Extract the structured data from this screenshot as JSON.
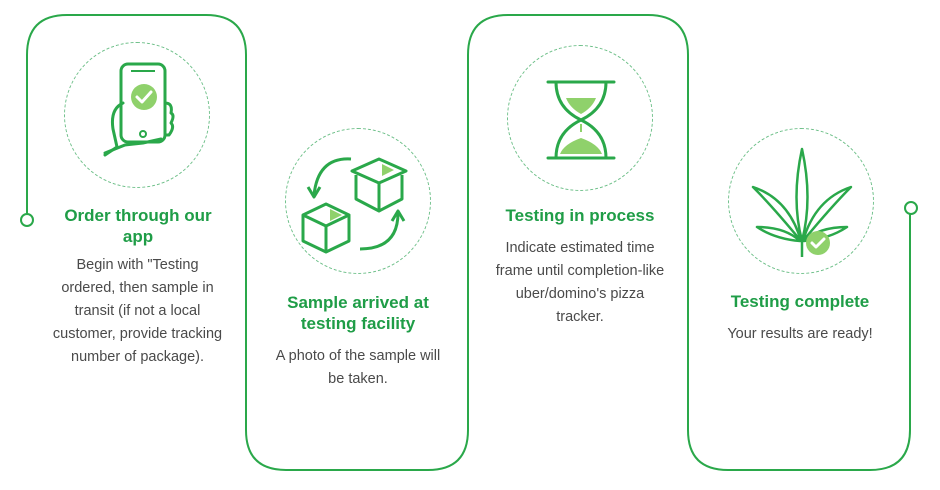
{
  "colors": {
    "accent_green": "#2aa84a",
    "title_green": "#1f9d47",
    "light_green": "#8fd16b",
    "text_gray": "#4a4a4a"
  },
  "steps": [
    {
      "title": "Order through our app",
      "description": "Begin with \"Testing ordered, then sample in transit (if not a local customer, provide tracking number of package).",
      "icon": "phone-checkmark-icon"
    },
    {
      "title": "Sample arrived at testing facility",
      "description": "A photo of the sample will be taken.",
      "icon": "package-boxes-icon"
    },
    {
      "title": "Testing in process",
      "description": "Indicate estimated time frame until completion-like uber/domino's pizza tracker.",
      "icon": "hourglass-icon"
    },
    {
      "title": "Testing complete",
      "description": "Your results are ready!",
      "icon": "cannabis-leaf-check-icon"
    }
  ]
}
